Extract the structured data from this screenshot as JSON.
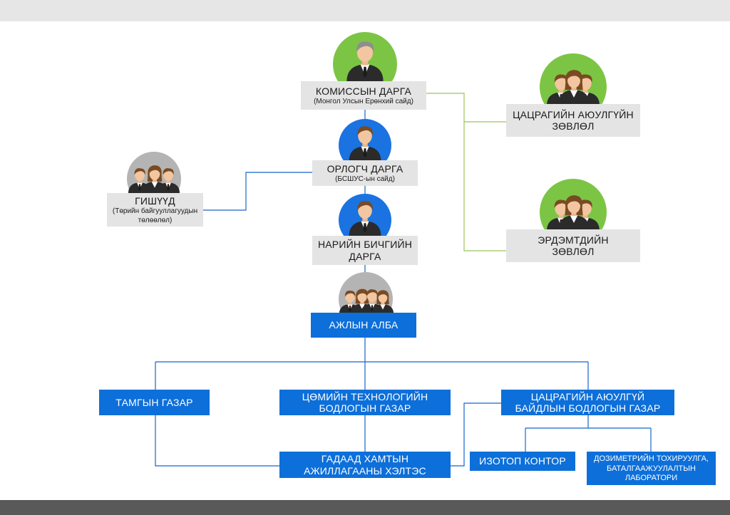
{
  "nodes": {
    "chairman": {
      "title": "КОМИССЫН ДАРГА",
      "subtitle": "(Монгол Улсын Ерөнхий сайд)"
    },
    "vice_chairman": {
      "title": "ОРЛОГЧ ДАРГА",
      "subtitle": "(БСШУС-ын сайд)"
    },
    "secretary": {
      "title_line1": "НАРИЙН БИЧГИЙН",
      "title_line2": "ДАРГА"
    },
    "members": {
      "title": "ГИШҮҮД",
      "subtitle_line1": "(Төрийн байгууллагуудын",
      "subtitle_line2": "төлөөлөл)"
    },
    "radiation_safety_council": {
      "line1": "ЦАЦРАГИЙН АЮУЛГҮЙН",
      "line2": "ЗӨВЛӨЛ"
    },
    "scientific_council": {
      "line1": "ЭРДЭМТДИЙН",
      "line2": "ЗӨВЛӨЛ"
    },
    "secretariat": {
      "title": "АЖЛЫН АЛБА"
    },
    "registry_office": {
      "title": "ТАМГЫН ГАЗАР"
    },
    "nuclear_tech_policy": {
      "line1": "ЦӨМИЙН ТЕХНОЛОГИЙН",
      "line2": "БОДЛОГЫН ГАЗАР"
    },
    "radiation_safety_policy": {
      "line1": "ЦАЦРАГИЙН АЮУЛГҮЙ",
      "line2": "БАЙДЛЫН БОДЛОГЫН ГАЗАР"
    },
    "foreign_cooperation": {
      "line1": "ГАДААД ХАМТЫН",
      "line2": "АЖИЛЛАГААНЫ ХЭЛТЭС"
    },
    "isotope_office": {
      "title": "ИЗОТОП КОНТОР"
    },
    "dosimetry_lab": {
      "line1": "ДОЗИМЕТРИЙН ТОХИРУУЛГА,",
      "line2": "БАТАЛГААЖУУЛАЛТЫН",
      "line3": "ЛАБОРАТОРИ"
    }
  },
  "colors": {
    "blue_box": "#0d6fd9",
    "gray_box": "#e4e4e4",
    "green_circle": "#7cc544",
    "blue_circle": "#1a73e0",
    "gray_circle": "#b4b4b4",
    "blue_line": "#1566c9",
    "green_line": "#9cc35a"
  },
  "icons": {
    "chairman": "elder-person-icon",
    "vice_chairman": "person-icon",
    "secretary": "person-icon",
    "members": "group-of-three-icon",
    "councils": "group-of-three-icon",
    "secretariat": "group-of-four-icon"
  }
}
